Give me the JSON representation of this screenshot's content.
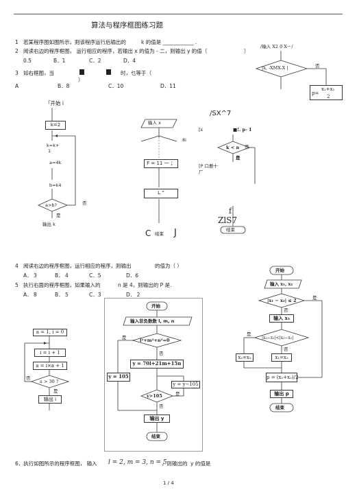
{
  "title": "算法与程序框图练习题",
  "q1": {
    "num": "1",
    "text": "若某程序图如图所示，则该程序运行后输出的",
    "blank": "k 的值是 ____________ ."
  },
  "q2": {
    "num": "2",
    "text": "阅读右边的程序框图， 运行相应的程序，若输出 x 的值为 - 二，则输出 y 的值（",
    "paren": "）",
    "options": [
      "0.5",
      "B．1",
      "C．2",
      "D．4"
    ]
  },
  "q3": {
    "num": "3",
    "text": "如右框图，当",
    "mid": "时，乜等于（",
    "close": "）",
    "options": [
      "A",
      "B．8",
      "C．10",
      "D．11"
    ]
  },
  "q4": {
    "num": "4",
    "text": "阅读右边的程序框图，运行相应的程序，则输出",
    "tail": "的值为（ ）",
    "options": [
      "A． 3",
      "B． 4",
      "C．5",
      "D．6"
    ]
  },
  "q5": {
    "num": "5",
    "text": "执行右面的程序框图，如果输入的",
    "tail": "n 是 4，则输出的 P 是.",
    "options": [
      "A． 8",
      "B． 5",
      "C．3",
      "D． 2"
    ]
  },
  "q6": {
    "text": "6．执行如图所示的程序框图， 输入",
    "formula": "l = 2, m = 3, n = 5",
    "tail": "，则输出的",
    "tail2": "y 的值是"
  },
  "flow1": {
    "start": "「开始 i",
    "k2": "k=2",
    "kk": "k=k+",
    "kk1": "1",
    "a": "a=4k",
    "b": "b=k4",
    "cond": "a>b?",
    "yes": "是",
    "no": "否",
    "out": "输出 k"
  },
  "flow2": {
    "input": "输人 x",
    "assign": "F = 11 一 ；",
    "lbl": "L ”",
    "end_c": "C",
    "end": "结束",
    "end_j": "J",
    "s": "8i"
  },
  "flow3": {
    "input": "/输入 X2 0 X－/",
    "cond": "|x, -XMX-X  |",
    "no": "否",
    "p": "p=",
    "p_frac_top": "x₂+x₁",
    "p_frac_bot": "2"
  },
  "flow4": {
    "top": "/SX^7",
    "ix": "[x",
    "ip": "■!. p- 1",
    "cond": "k < n",
    "no": "否",
    "yes": "是",
    "assign": "[P 口册十",
    "assign2": "厂",
    "f": "f",
    "zk": "ZlS7",
    "end": "结束"
  },
  "flow5": {
    "init": "a = 1, i = 0",
    "inc": "i = i + 1",
    "assign": "a = i×a + 1",
    "cond": "a > 30 ?",
    "no": "否",
    "yes": "是",
    "out": "输出 i"
  },
  "flow6": {
    "start": "开始",
    "input": "输入非负数数 l, m, n",
    "cond1": "l²+m²+n²=0",
    "yes": "是",
    "no": "否",
    "calc": "y = 70l+21m+15n",
    "y105": "y = 105",
    "cond2": "y>105",
    "sub": "y = y−105",
    "yes2": "是",
    "no2": "否",
    "out": "输出 y",
    "end": "结束"
  },
  "flow7": {
    "start": "开始",
    "input": "输入 x₁, x₂",
    "cond1": "|x₁ − x₂| ≤ 2",
    "yes": "是",
    "no": "否",
    "input3": "输入 x₃",
    "cond2": "|x₃−x₁|<|x₃−x₂|",
    "yes2": "是",
    "no2": "否",
    "a1": "x₂=x₃",
    "a2": "x₁=x₃",
    "p": "p = (x₁+x₂)/2",
    "out": "输出 p",
    "end": "结束"
  },
  "page": "1 / 4"
}
